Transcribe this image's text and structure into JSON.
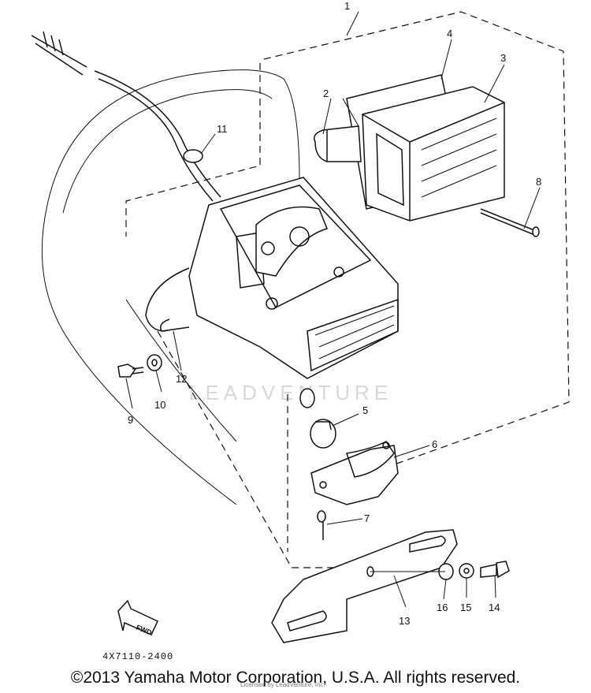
{
  "diagram": {
    "part_labels": [
      "1",
      "2",
      "3",
      "4",
      "5",
      "6",
      "7",
      "8",
      "9",
      "10",
      "11",
      "12",
      "13",
      "14",
      "15",
      "16"
    ],
    "figure_code": "4X7110-2400",
    "watermark": "LEADVENTURE",
    "watermark_small": "Licensed by LeadVenture, Inc.",
    "fwd_marker": "FWD",
    "copyright": "©2013 Yamaha Motor Corporation, U.S.A. All rights reserved."
  }
}
